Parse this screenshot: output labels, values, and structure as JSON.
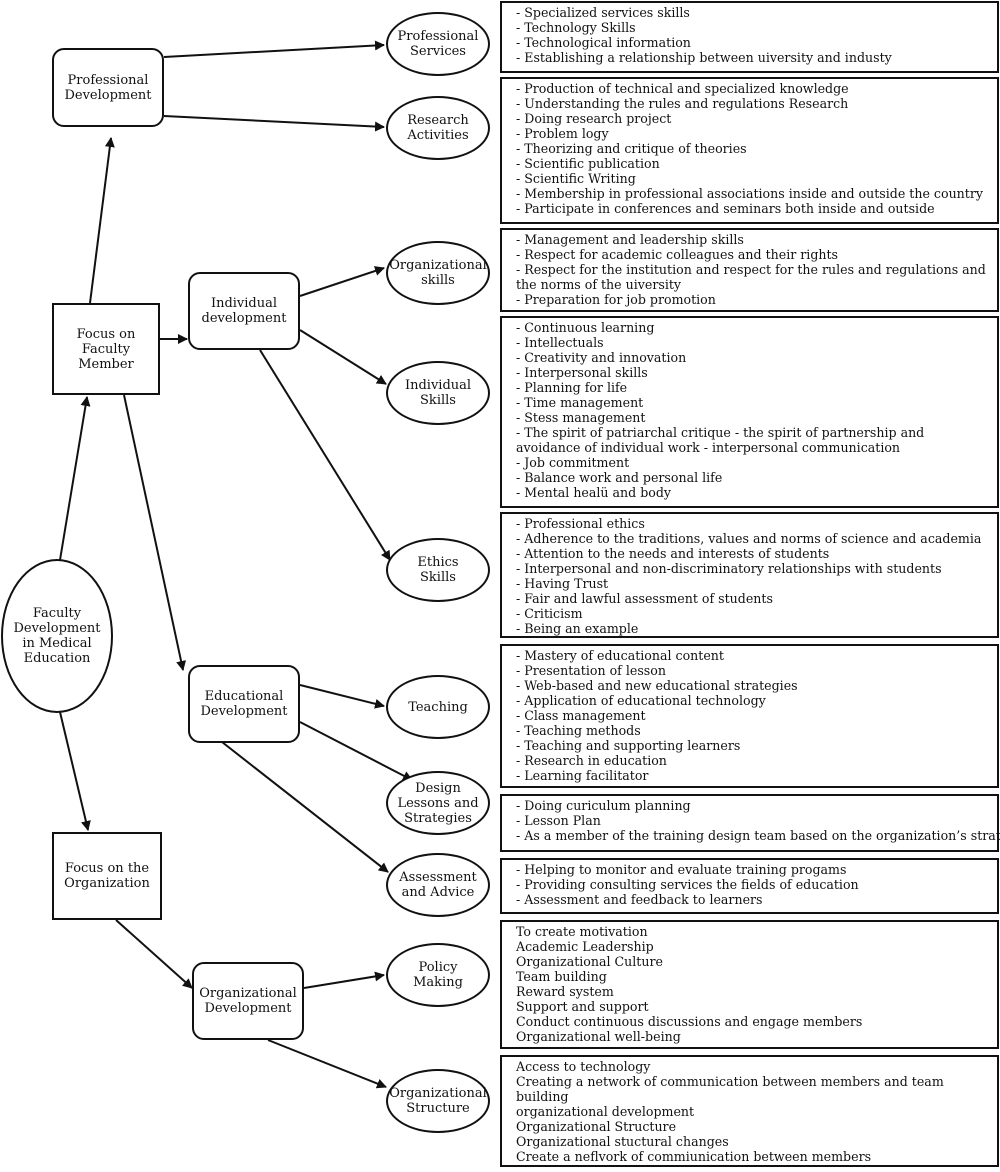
{
  "nodes": {
    "faculty_development": "Faculty\nDevelopment\nin Medical\nEducation",
    "focus_faculty": "Focus on\nFaculty\nMember",
    "focus_organization": "Focus on the\nOrganization",
    "professional_development": "Professional\nDevelopment",
    "individual_development": "Individual\ndevelopment",
    "educational_development": "Educational\nDevelopment",
    "organizational_development": "Organizational\nDevelopment",
    "professional_services": "Professional\nServices",
    "research_activities": "Research\nActivities",
    "organizational_skills": "Organizational\nskills",
    "individual_skills": "Individual\nSkills",
    "ethics_skills": "Ethics\nSkills",
    "teaching": "Teaching",
    "design_lessons": "Design\nLessons and\nStrategies",
    "assessment_advice": "Assessment\nand Advice",
    "policy_making": "Policy\nMaking",
    "organizational_structure": "Organizational\nStructure"
  },
  "lists": {
    "professional_services": [
      "- Specialized services skills",
      "- Technology Skills",
      "- Technological information",
      "- Establishing a relationship between uiversity and industy"
    ],
    "research_activities": [
      "- Production of technical and specialized knowledge",
      "- Understanding the rules and regulations Research",
      "- Doing research project",
      "- Problem logy",
      "- Theorizing and critique of theories",
      "- Scientific publication",
      "- Scientific Writing",
      "- Membership in professional associations inside and outside the country",
      "- Participate in conferences and seminars both inside and outside"
    ],
    "organizational_skills": [
      "- Management and leadership skills",
      "- Respect for academic colleagues and their rights",
      "- Respect for the institution and respect for the rules and regulations and the norms of the uiversity",
      "- Preparation for job promotion"
    ],
    "individual_skills": [
      "- Continuous learning",
      "- Intellectuals",
      "- Creativity and innovation",
      "- Interpersonal skills",
      "- Planning for life",
      "- Time management",
      "- Stess management",
      "- The spirit of patriarchal critique - the spirit of partnership and avoidance of individual work - interpersonal communication",
      "- Job commitment",
      "- Balance work and personal life",
      "- Mental healü and body"
    ],
    "ethics_skills": [
      "- Professional ethics",
      "- Adherence to the traditions, values and norms of science and academia",
      "- Attention to the needs and interests of students",
      "- Interpersonal and non-discriminatory relationships with students",
      "- Having Trust",
      "- Fair and lawful assessment of students",
      "- Criticism",
      "- Being an example"
    ],
    "teaching": [
      "- Mastery of educational content",
      "- Presentation of lesson",
      "- Web-based and new educational strategies",
      "- Application of educational technology",
      "- Class management",
      "- Teaching methods",
      "- Teaching and supporting learners",
      "- Research in education",
      "- Learning facilitator"
    ],
    "design_lessons": [
      "- Doing curiculum planning",
      "- Lesson Plan",
      "- As a member of the training design team based on the organization’s strategies"
    ],
    "assessment_advice": [
      "- Helping to monitor and evaluate training progams",
      "- Providing consulting services the fields of education",
      "- Assessment and feedback to learners"
    ],
    "policy_making": [
      "To create motivation",
      "Academic Leadership",
      "Organizational Culture",
      "Team building",
      "Reward system",
      "Support and support",
      "Conduct continuous discussions and engage members",
      "Organizational well-being"
    ],
    "organizational_structure": [
      "Access to technology",
      "Creating a network of communication between members and team building",
      "organizational development",
      "Organizational Structure",
      "Organizational stuctural changes",
      "Create a neflvork of commiunication between members"
    ]
  }
}
